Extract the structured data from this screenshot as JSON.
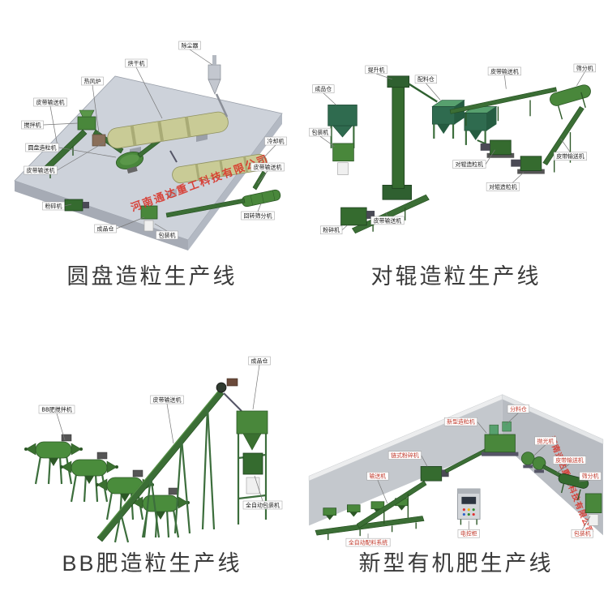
{
  "page": {
    "background": "#ffffff"
  },
  "watermark": {
    "text": "河南通达重工科技有限公司",
    "color": "#d93025"
  },
  "panels": [
    {
      "caption": "圆盘造粒生产线",
      "labels": [
        "除尘器",
        "烘干机",
        "热风炉",
        "皮带输送机",
        "搅拌机",
        "圆盘造粒机",
        "皮带输送机",
        "粉碎机",
        "成品仓",
        "包装机",
        "冷却机",
        "皮带输送机",
        "回转筛分机"
      ]
    },
    {
      "caption": "对辊造粒生产线",
      "labels": [
        "成品仓",
        "包装机",
        "提升机",
        "配料仓",
        "皮带输送机",
        "筛分机",
        "对辊造粒机",
        "对辊造粒机",
        "皮带输送机",
        "皮带输送机",
        "粉碎机"
      ]
    },
    {
      "caption": "BB肥造粒生产线",
      "labels": [
        "BB肥搅拌机",
        "皮带输送机",
        "成品仓",
        "全自动包装机"
      ]
    },
    {
      "caption": "新型有机肥生产线",
      "labels": [
        "分料仓",
        "新型造粒机",
        "抛光机",
        "皮带输送机",
        "筛分机",
        "包装机",
        "输送机",
        "链式粉碎机",
        "电控柜",
        "全自动配料系统"
      ]
    }
  ]
}
